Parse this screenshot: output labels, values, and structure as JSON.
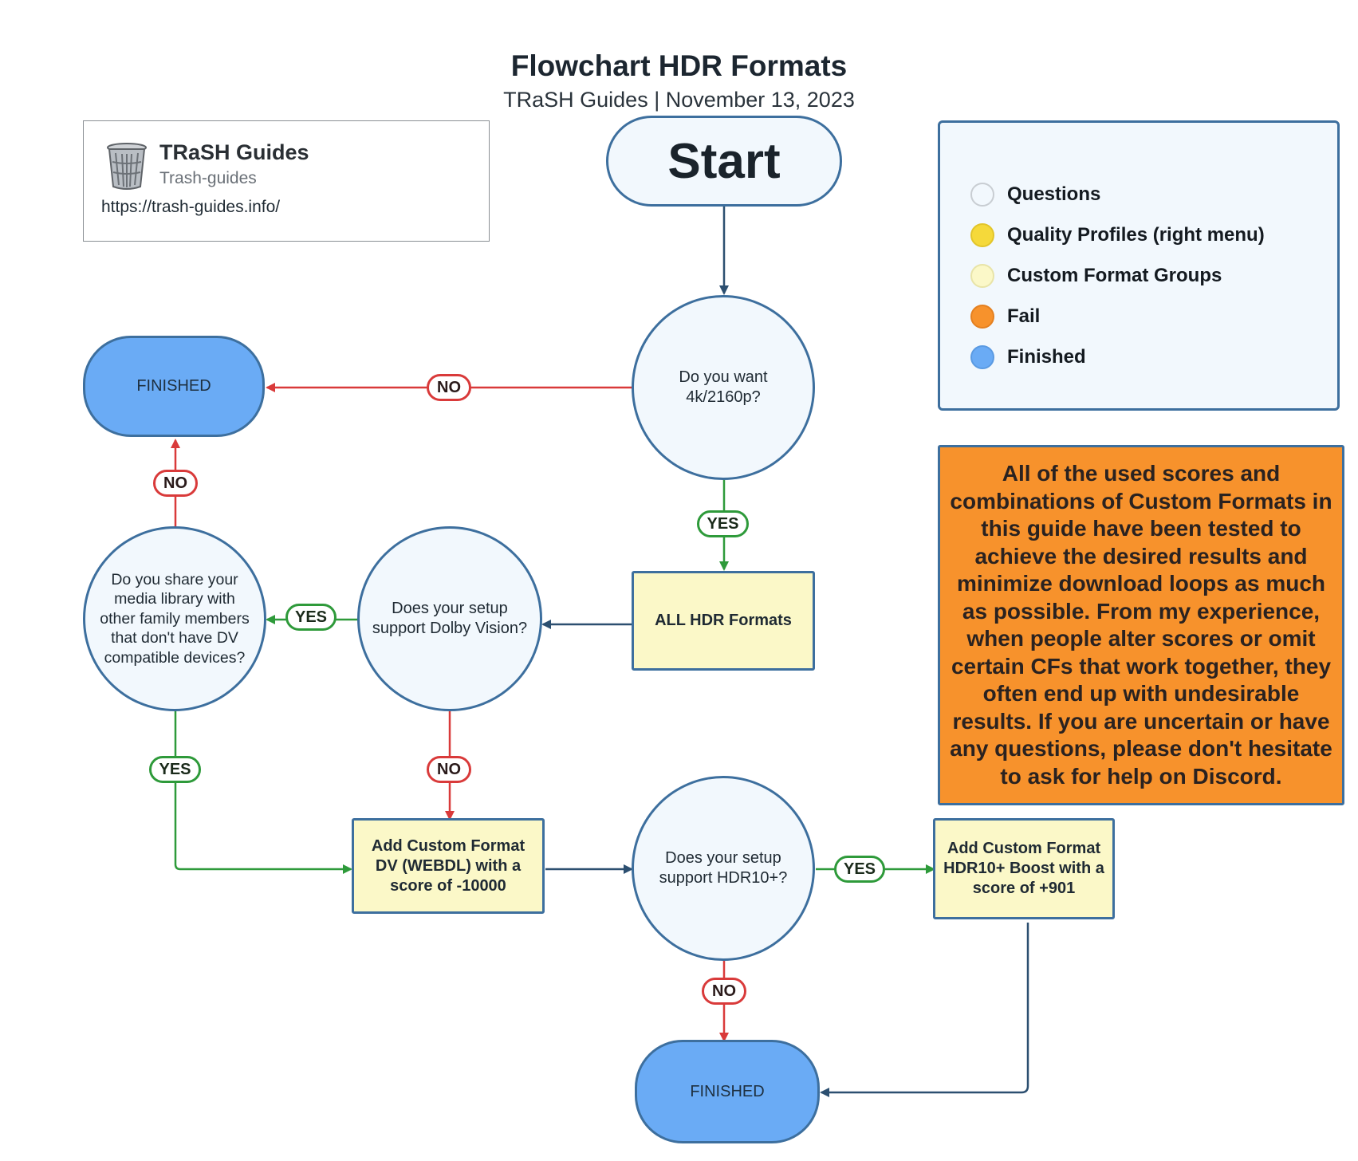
{
  "header": {
    "title": "Flowchart HDR Formats",
    "subtitle": "TRaSH Guides  |  November 13, 2023"
  },
  "card": {
    "icon": "trash-bin-icon",
    "title": "TRaSH Guides",
    "subtitle": "Trash-guides",
    "url": "https://trash-guides.info/"
  },
  "legend": {
    "items": [
      {
        "label": "Questions",
        "color": "#f2f8fd"
      },
      {
        "label": "Quality Profiles (right menu)",
        "color": "#f5d93a"
      },
      {
        "label": "Custom Format Groups",
        "color": "#fbf8c8"
      },
      {
        "label": "Fail",
        "color": "#f7922c"
      },
      {
        "label": "Finished",
        "color": "#6aabf5"
      }
    ]
  },
  "note": {
    "text": "All of the used scores and combinations of Custom Formats in this guide have been tested to achieve the desired results and minimize download loops as much as possible. From my experience, when people alter scores or omit certain CFs that work together, they often end up with undesirable results. If you are uncertain or have any questions, please don't hesitate to ask for help on Discord."
  },
  "nodes": {
    "start": "Start",
    "q_4k": "Do you want 4k/2160p?",
    "finished_top": "FINISHED",
    "all_hdr": "ALL HDR Formats",
    "q_dv": "Does your setup support Dolby Vision?",
    "q_share": "Do you share your media  library with other family members that don't have DV compatible devices?",
    "cf_dv": "Add Custom Format DV (WEBDL) with a score of -10000",
    "q_hdr10": "Does your setup support HDR10+?",
    "cf_hdr10": "Add Custom Format HDR10+ Boost with a score of +901",
    "finished_bottom": "FINISHED"
  },
  "edge_labels": {
    "no": "NO",
    "yes": "YES"
  },
  "colors": {
    "node_border": "#3d6f9e",
    "arrow_default": "#2c4f70",
    "arrow_no": "#d93a3a",
    "arrow_yes": "#2e9a3a"
  }
}
